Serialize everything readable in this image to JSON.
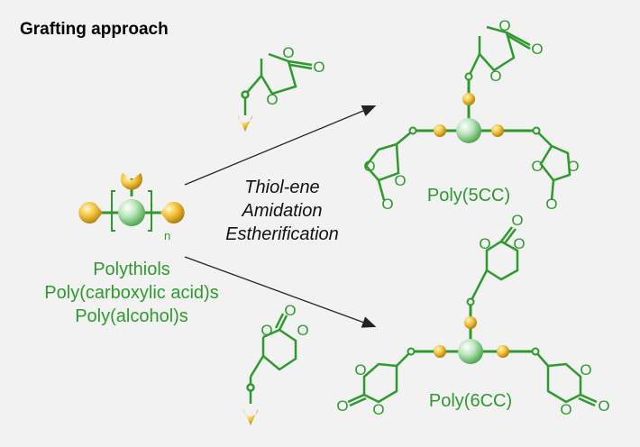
{
  "title": "Grafting approach",
  "core": {
    "subscript": "n",
    "labels": [
      "Polythiols",
      "Poly(carboxylic acid)s",
      "Poly(alcohol)s"
    ]
  },
  "reactions": [
    "Thiol-ene",
    "Amidation",
    "Estherification"
  ],
  "products": {
    "top": {
      "label": "Poly(5CC)"
    },
    "bottom": {
      "label": "Poly(6CC)"
    }
  },
  "atoms": {
    "oxygen": "O"
  },
  "colors": {
    "bond": "#2e9a2e",
    "text_green": "#2e9a2e",
    "gold": "#e0b020",
    "sphere": "#8ed08e",
    "background": "#f2f2f2",
    "arrow": "#222222"
  }
}
